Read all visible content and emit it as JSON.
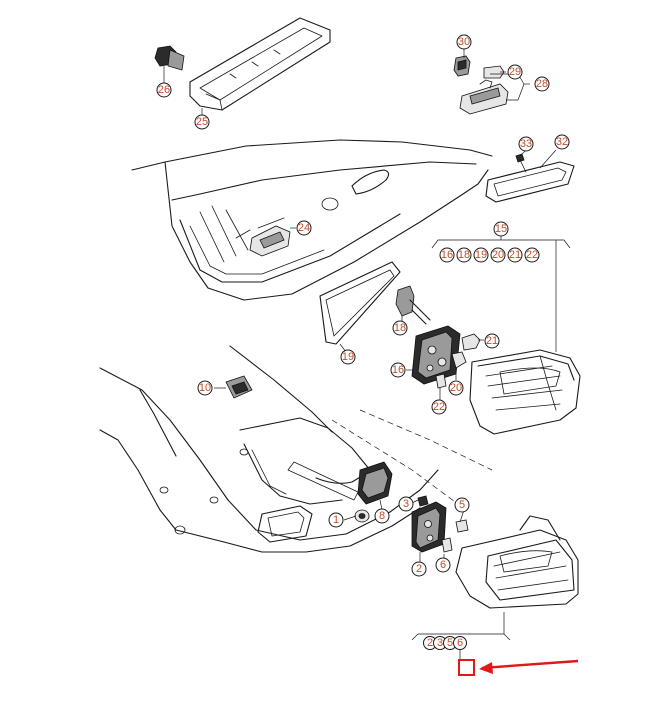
{
  "callouts": {
    "c1": "1",
    "c2": "2",
    "c3": "3",
    "c5": "5",
    "c6": "6",
    "c8": "8",
    "c10": "10",
    "c15": "15",
    "c16": "16",
    "c18": "18",
    "c19": "19",
    "c20": "20",
    "c21": "21",
    "c22": "22",
    "c24": "24",
    "c25": "25",
    "c26": "26",
    "c28": "28",
    "c29": "29",
    "c30": "30",
    "c32": "32",
    "c33": "33"
  },
  "groups": {
    "g15": [
      "16",
      "18",
      "19",
      "20",
      "21",
      "22"
    ],
    "bottom": [
      "2",
      "3",
      "5",
      "6"
    ]
  },
  "colors": {
    "callout_text": "#c0502a",
    "highlight_box": "#e01818",
    "arrow": "#e01818",
    "line": "#1a1a1a"
  }
}
